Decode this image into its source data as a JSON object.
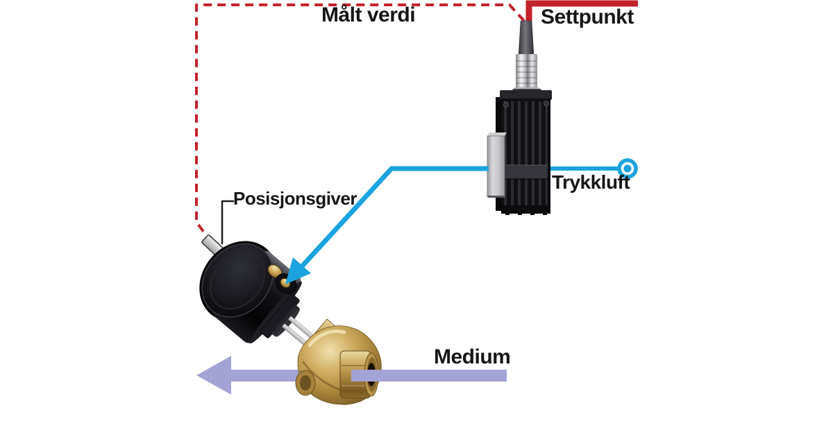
{
  "labels": {
    "malt_verdi": "Målt verdi",
    "settpunkt": "Settpunkt",
    "trykkluft": "Trykkluft",
    "posisjonsgiver": "Posisjonsgiver",
    "medium": "Medium"
  },
  "colors": {
    "measured_value_red": "#c4222b",
    "setpoint_red": "#c4222b",
    "pneumatic_blue": "#1aa3df",
    "medium_purple": "#a3a3d6"
  },
  "icons": {
    "compressed_air_port": "circle-dot-icon"
  }
}
